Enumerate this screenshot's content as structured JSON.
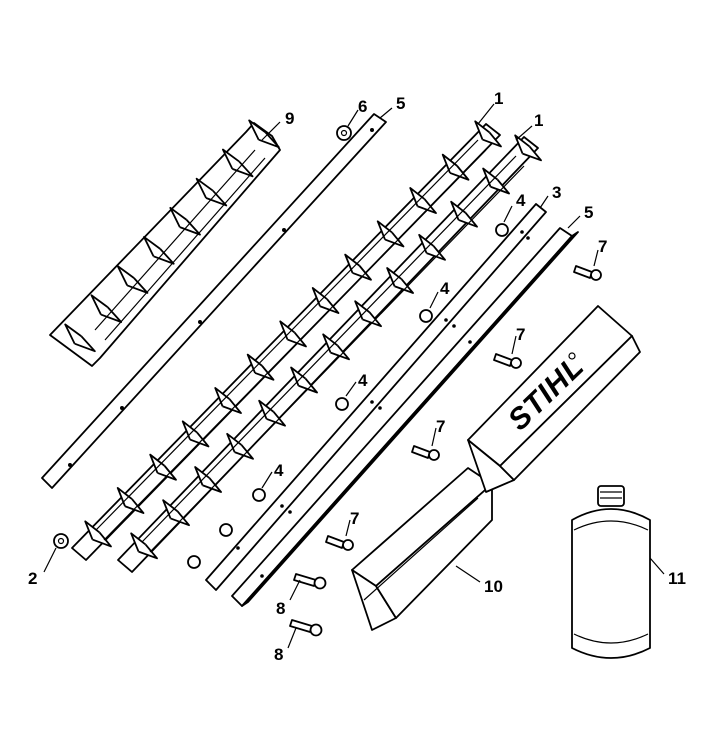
{
  "callouts": {
    "c1a": "1",
    "c1b": "1",
    "c2": "2",
    "c3": "3",
    "c4a": "4",
    "c4b": "4",
    "c4c": "4",
    "c4d": "4",
    "c5a": "5",
    "c5b": "5",
    "c6": "6",
    "c7a": "7",
    "c7b": "7",
    "c7c": "7",
    "c7d": "7",
    "c8a": "8",
    "c8b": "8",
    "c9": "9",
    "c10": "10",
    "c11": "11"
  },
  "logo": "STIHL"
}
